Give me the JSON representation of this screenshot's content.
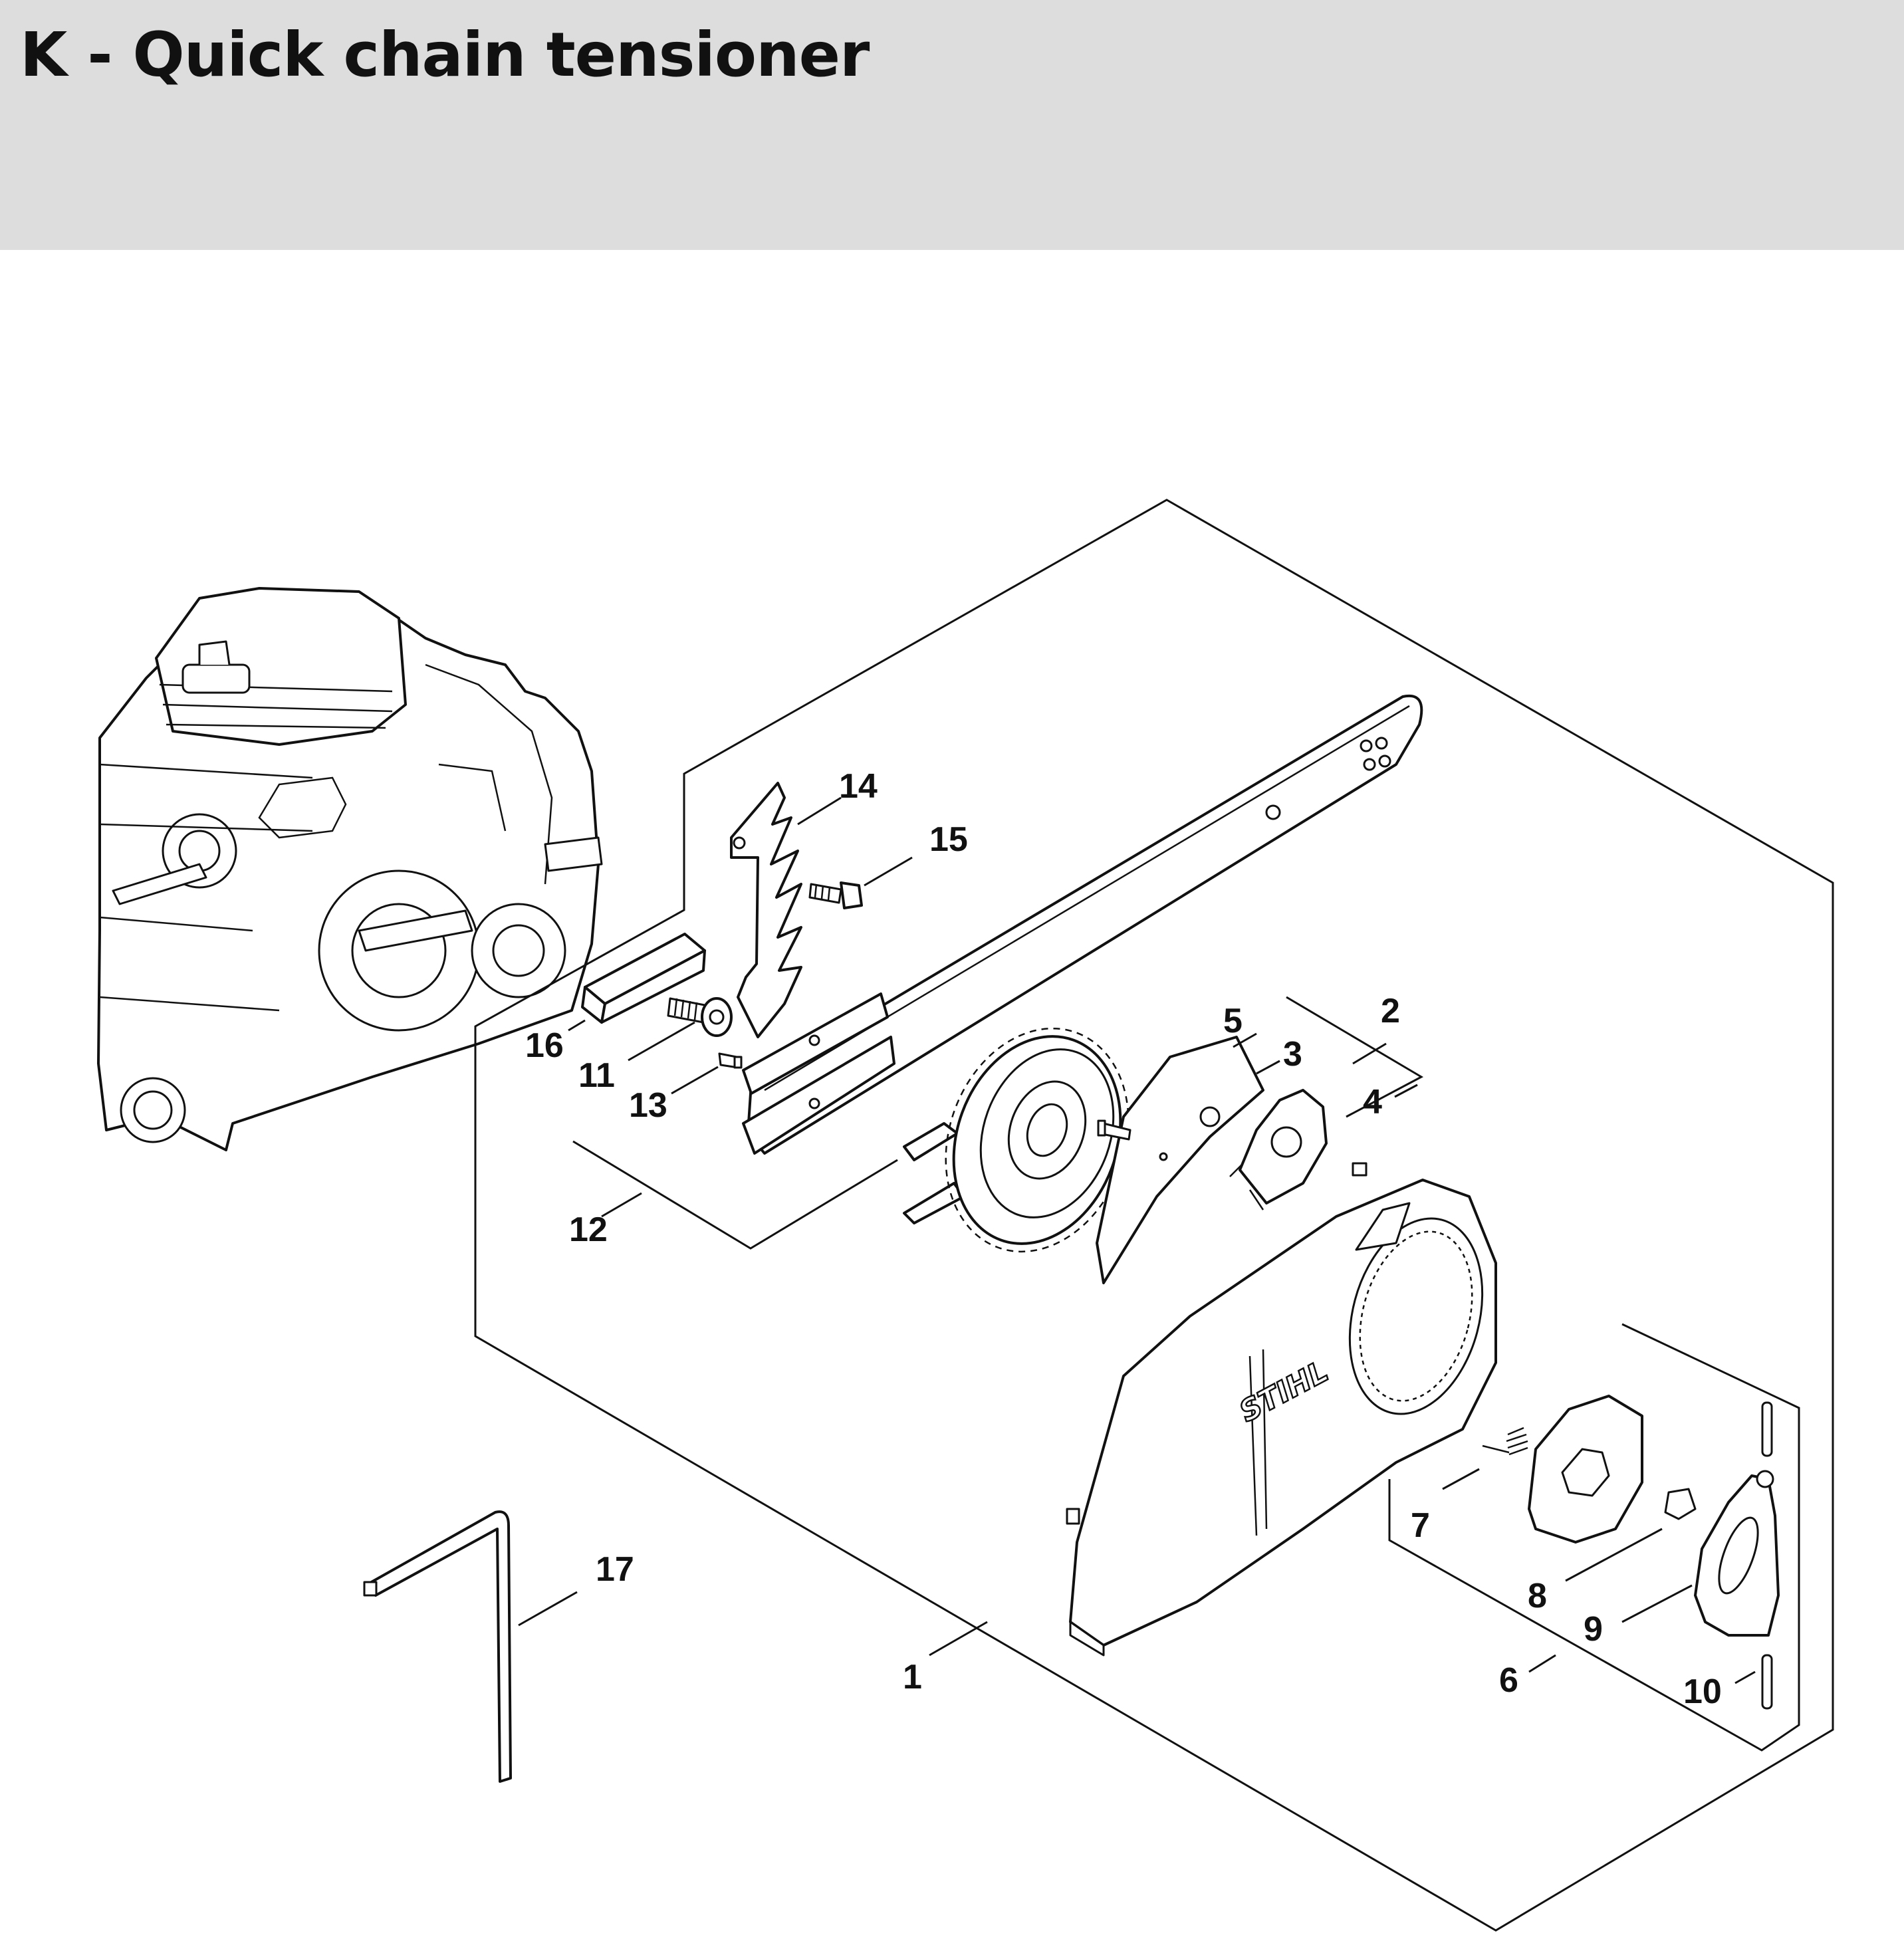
{
  "page": {
    "title": "K - Quick chain tensioner"
  },
  "diagram": {
    "brand_mark": "STIHL",
    "callouts": [
      {
        "id": "1",
        "text": "1"
      },
      {
        "id": "2",
        "text": "2"
      },
      {
        "id": "3",
        "text": "3"
      },
      {
        "id": "4",
        "text": "4"
      },
      {
        "id": "5",
        "text": "5"
      },
      {
        "id": "6",
        "text": "6"
      },
      {
        "id": "7",
        "text": "7"
      },
      {
        "id": "8",
        "text": "8"
      },
      {
        "id": "9",
        "text": "9"
      },
      {
        "id": "10",
        "text": "10"
      },
      {
        "id": "11",
        "text": "11"
      },
      {
        "id": "12",
        "text": "12"
      },
      {
        "id": "13",
        "text": "13"
      },
      {
        "id": "14",
        "text": "14"
      },
      {
        "id": "15",
        "text": "15"
      },
      {
        "id": "16",
        "text": "16"
      },
      {
        "id": "17",
        "text": "17"
      }
    ]
  },
  "colors": {
    "header_bg": "#dcdddc",
    "ink": "#111111",
    "paper": "#ffffff"
  }
}
